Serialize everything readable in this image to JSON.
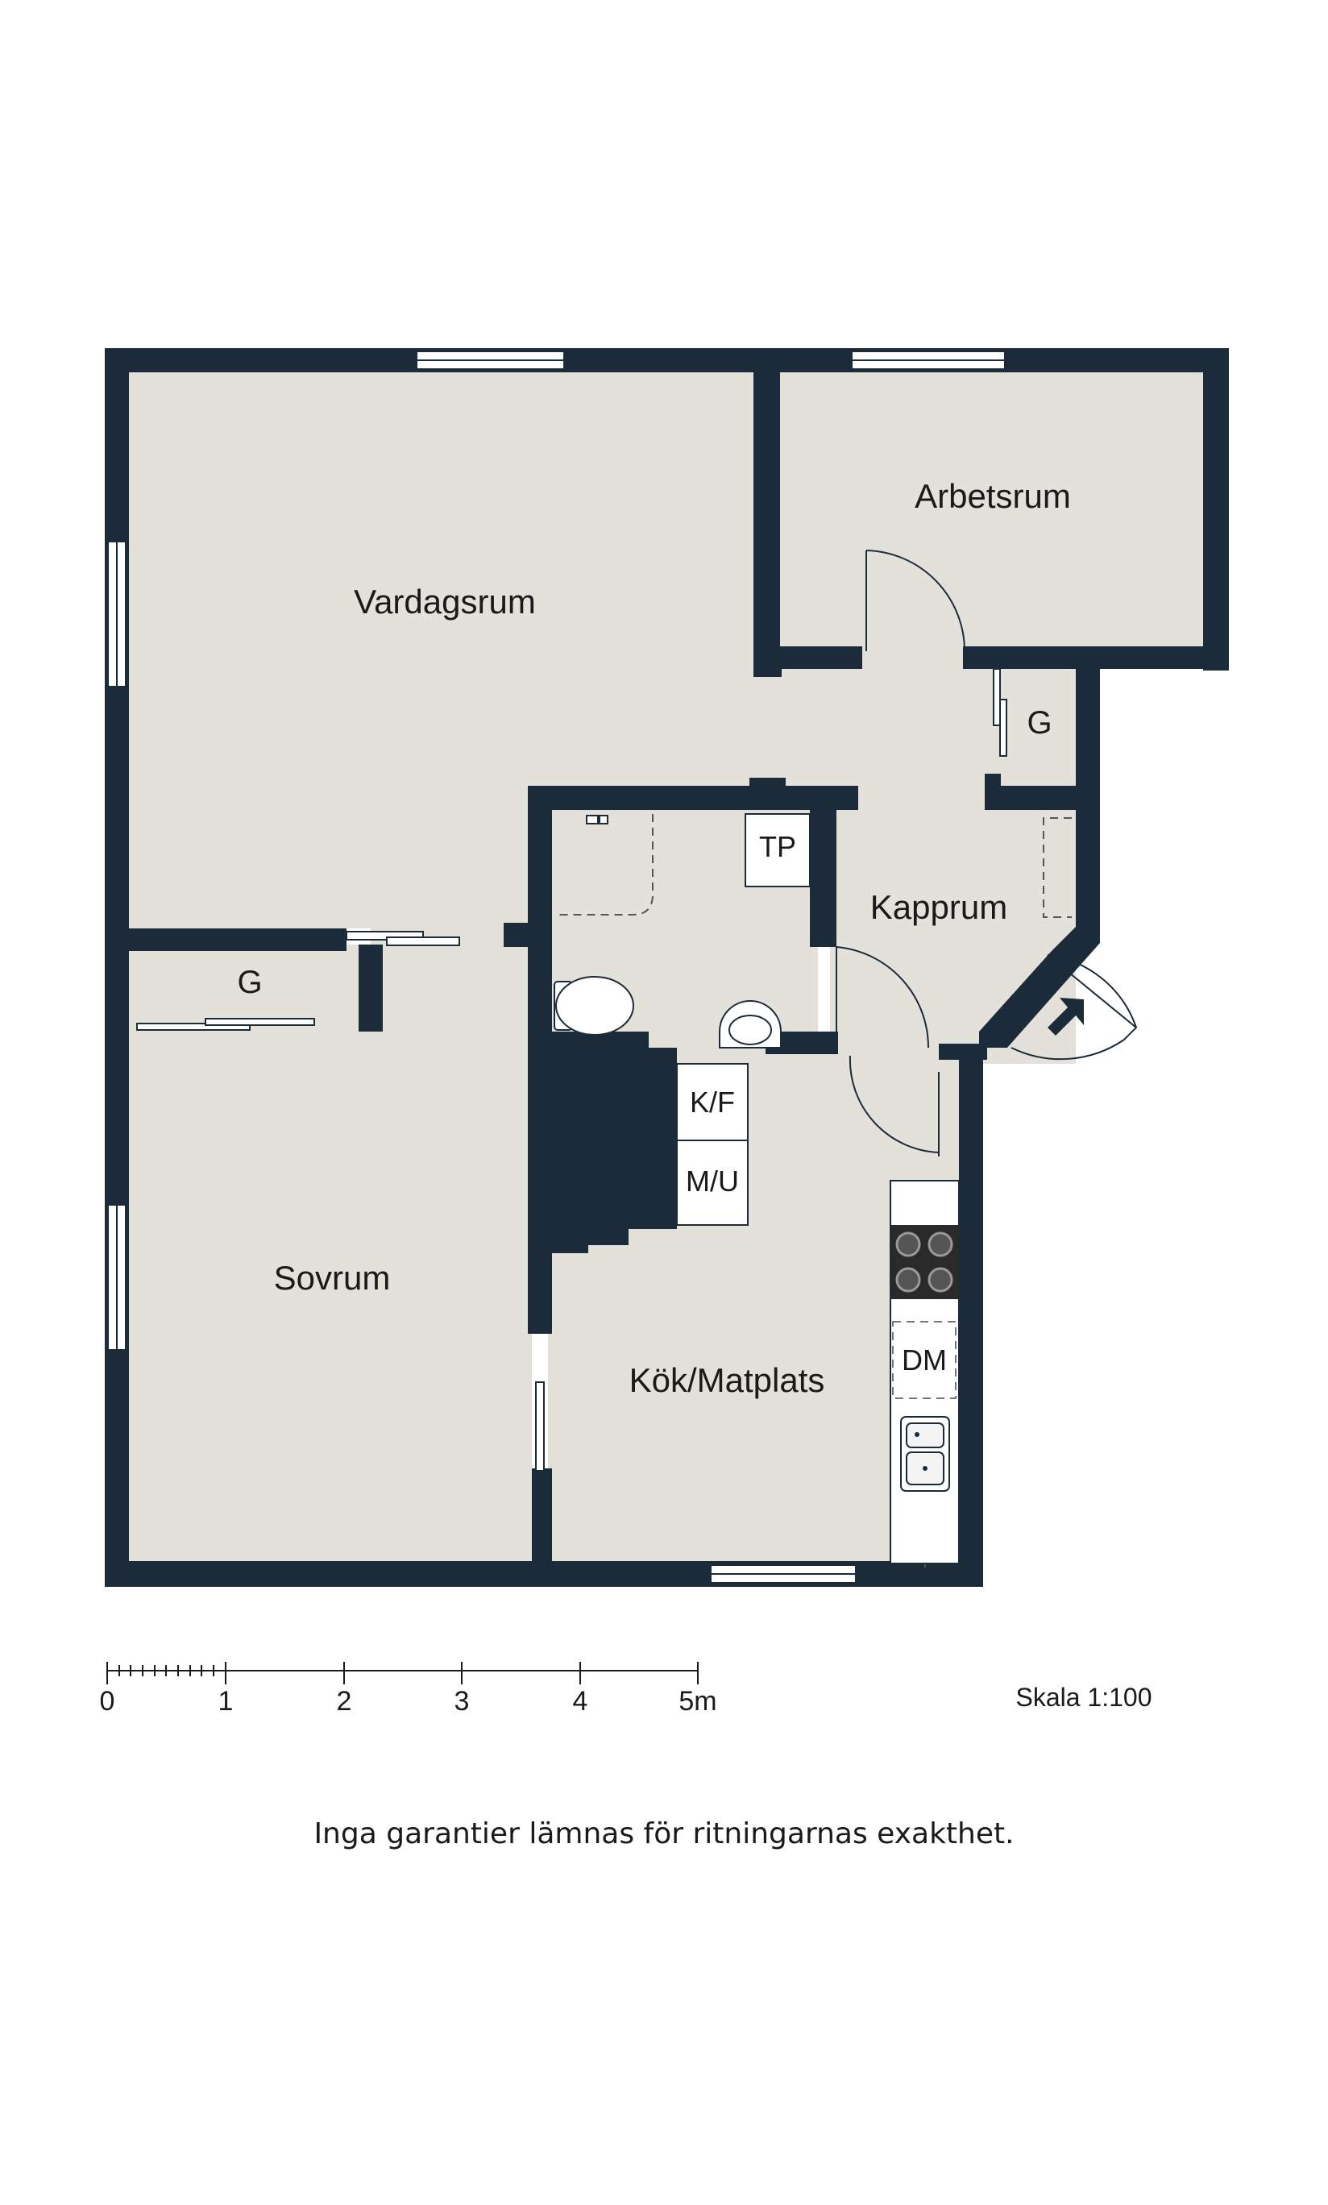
{
  "rooms": {
    "vardagsrum": "Vardagsrum",
    "arbetsrum": "Arbetsrum",
    "kapprum": "Kapprum",
    "sovrum": "Sovrum",
    "kok": "Kök/Matplats",
    "garderob_hall": "G",
    "garderob_sovrum": "G"
  },
  "fixtures": {
    "tp": "TP",
    "kf": "K/F",
    "mu": "M/U",
    "dm": "DM"
  },
  "scale_bar": {
    "ticks": [
      "0",
      "1",
      "2",
      "3",
      "4",
      "5m"
    ],
    "scale_label": "Skala 1:100"
  },
  "disclaimer": "Inga garantier lämnas för ritningarnas exakthet.",
  "colors": {
    "wall": "#1c2b3a",
    "floor": "#e4e1da",
    "background": "#ffffff"
  }
}
